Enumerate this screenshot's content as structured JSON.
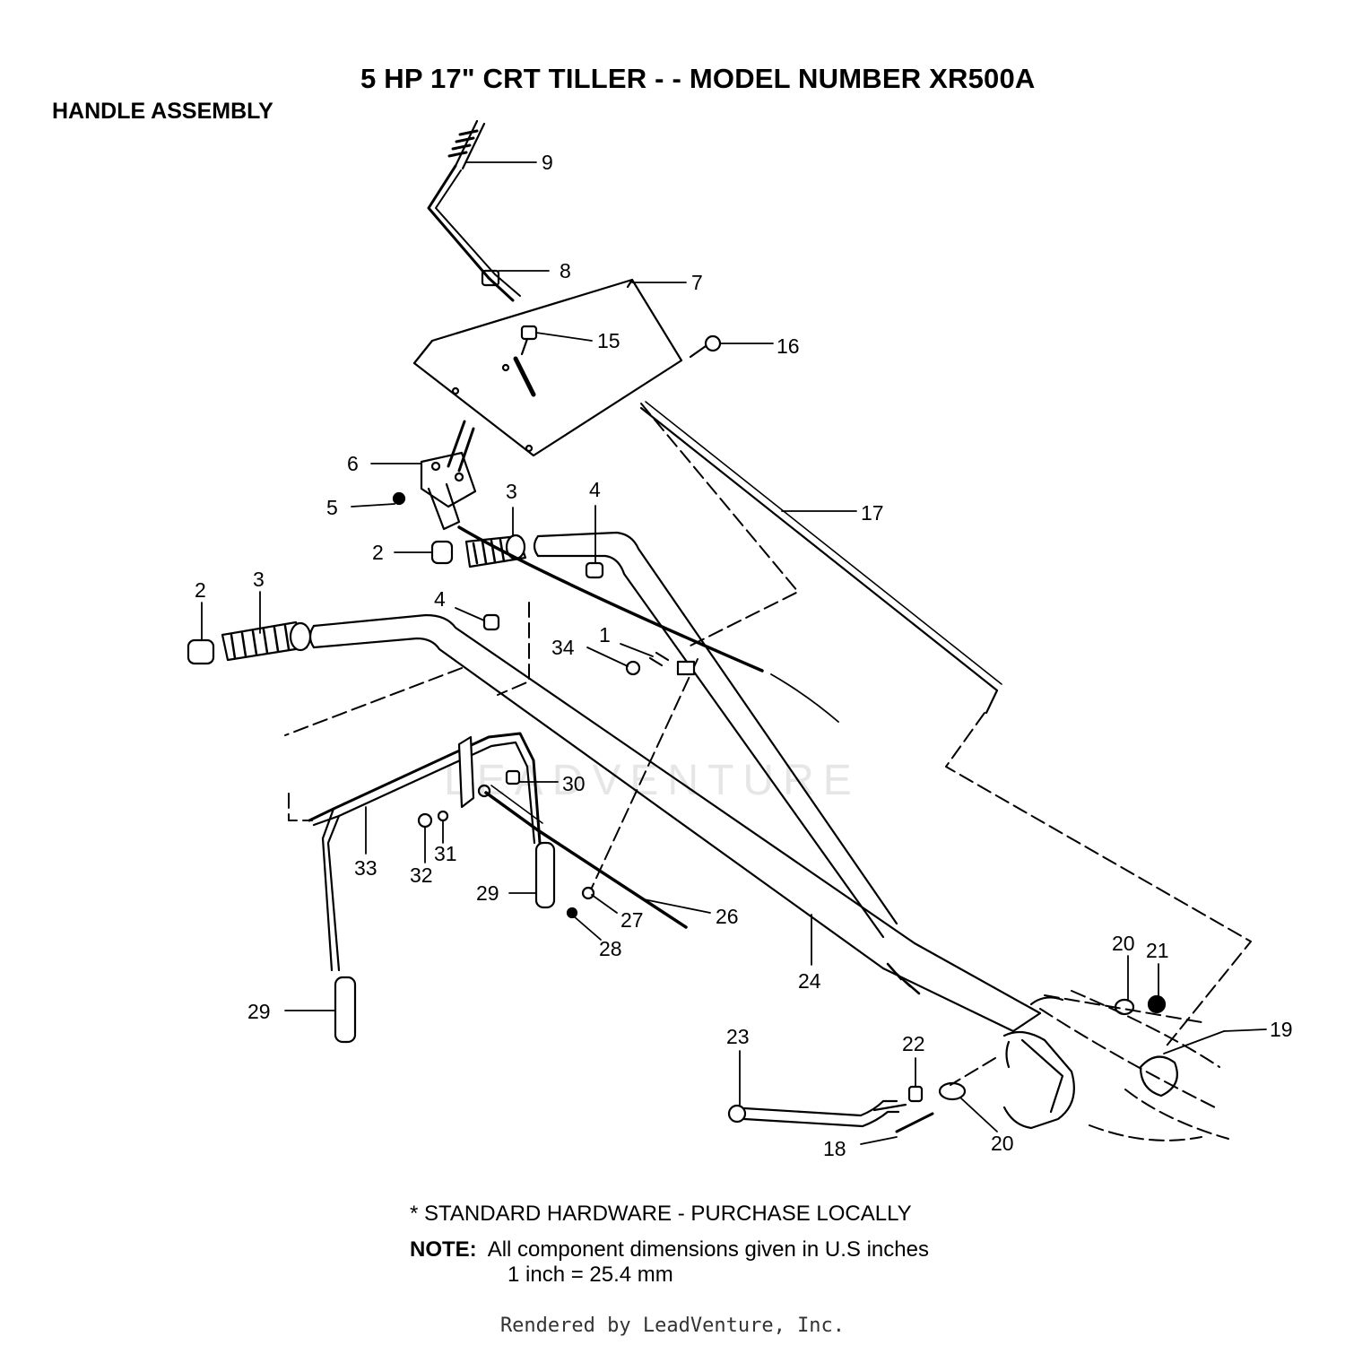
{
  "title": "5 HP  17\" CRT TILLER - - MODEL NUMBER XR500A",
  "section": "HANDLE ASSEMBLY",
  "watermark": "LEADVENTURE",
  "callouts": [
    {
      "id": "c9",
      "text": "9"
    },
    {
      "id": "c8",
      "text": "8"
    },
    {
      "id": "c7",
      "text": "7"
    },
    {
      "id": "c15",
      "text": "15"
    },
    {
      "id": "c16",
      "text": "16"
    },
    {
      "id": "c6",
      "text": "6"
    },
    {
      "id": "c5",
      "text": "5"
    },
    {
      "id": "c3a",
      "text": "3"
    },
    {
      "id": "c4a",
      "text": "4"
    },
    {
      "id": "c17",
      "text": "17"
    },
    {
      "id": "c2a",
      "text": "2"
    },
    {
      "id": "c2b",
      "text": "2"
    },
    {
      "id": "c3b",
      "text": "3"
    },
    {
      "id": "c4b",
      "text": "4"
    },
    {
      "id": "c1",
      "text": "1"
    },
    {
      "id": "c34",
      "text": "34"
    },
    {
      "id": "c30",
      "text": "30"
    },
    {
      "id": "c33",
      "text": "33"
    },
    {
      "id": "c31",
      "text": "31"
    },
    {
      "id": "c32",
      "text": "32"
    },
    {
      "id": "c29a",
      "text": "29"
    },
    {
      "id": "c27",
      "text": "27"
    },
    {
      "id": "c26",
      "text": "26"
    },
    {
      "id": "c28",
      "text": "28"
    },
    {
      "id": "c24",
      "text": "24"
    },
    {
      "id": "c29b",
      "text": "29"
    },
    {
      "id": "c20a",
      "text": "20"
    },
    {
      "id": "c21",
      "text": "21"
    },
    {
      "id": "c19",
      "text": "19"
    },
    {
      "id": "c23",
      "text": "23"
    },
    {
      "id": "c22",
      "text": "22"
    },
    {
      "id": "c18",
      "text": "18"
    },
    {
      "id": "c20b",
      "text": "20"
    }
  ],
  "notes": {
    "hardware": "*  STANDARD HARDWARE - PURCHASE LOCALLY",
    "note_label": "NOTE:",
    "note_text": "All component dimensions given in U.S  inches",
    "conversion": "1 inch = 25.4 mm"
  },
  "footer": "Rendered by LeadVenture, Inc."
}
